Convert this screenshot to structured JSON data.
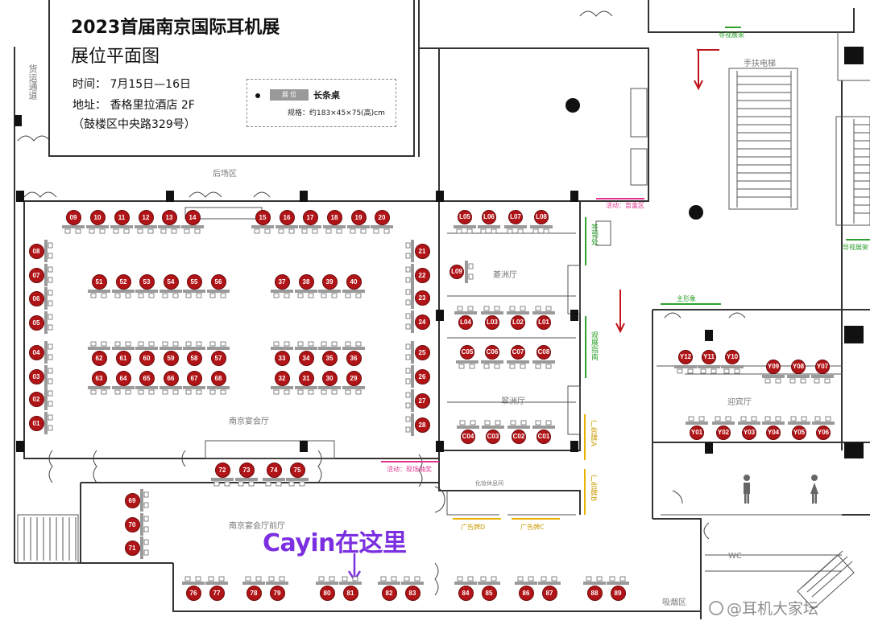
{
  "title": "2023首届南京国际耳机展",
  "subtitle": "展位平面图",
  "time": "时间：  7月15日—16日",
  "address": "地址：  香格里拉酒店 2F",
  "address_detail": "（鼓楼区中央路329号）",
  "legend": {
    "tag": "展 位",
    "label": "长条桌",
    "spec": "规格：约183×45×75(高)cm"
  },
  "areas": {
    "freight": "货运通道",
    "backstage": "后场区",
    "hall_nanjing": "南京宴会厅",
    "hall_ling": "菱洲厅",
    "hall_cui": "翠洲厅",
    "hall_yingbin": "迎宾厅",
    "foyer": "南京宴会厅前厅",
    "escalator": "手扶电梯",
    "makeup": "化妆休息间",
    "wc": "WC",
    "smoking": "吸烟区"
  },
  "annotations": {
    "guide_a": "导视展架",
    "guide_b": "导视展架",
    "main_image": "主形象",
    "signin": "签到处",
    "guide_sign": "观展指南",
    "activity_box": "活动：盲盒区",
    "activity_lottery": "活动：现场抽奖",
    "ad_a": "广告牌A",
    "ad_b": "广告牌B",
    "ad_c": "广告牌C",
    "ad_d": "广告牌D"
  },
  "booths_top": [
    "09",
    "10",
    "11",
    "12",
    "13",
    "14",
    "15",
    "16",
    "17",
    "18",
    "19",
    "20"
  ],
  "booths_left": [
    "08",
    "07",
    "06",
    "05",
    "04",
    "03",
    "02",
    "01"
  ],
  "booths_right": [
    "21",
    "22",
    "23",
    "24",
    "25",
    "26",
    "27",
    "28"
  ],
  "booths_center_left": [
    "51",
    "52",
    "53",
    "54",
    "55",
    "56",
    "62",
    "61",
    "60",
    "59",
    "58",
    "57",
    "63",
    "64",
    "65",
    "66",
    "67",
    "68"
  ],
  "booths_center_right": [
    "37",
    "38",
    "39",
    "40",
    "33",
    "34",
    "35",
    "36",
    "32",
    "31",
    "30",
    "29"
  ],
  "booths_foyer": [
    "72",
    "73",
    "74",
    "75",
    "69",
    "70",
    "71"
  ],
  "booths_bottom": [
    "76",
    "77",
    "78",
    "79",
    "80",
    "81",
    "82",
    "83",
    "84",
    "85",
    "86",
    "87",
    "88",
    "89"
  ],
  "booths_ling": [
    "L05",
    "L06",
    "L07",
    "L08",
    "L09",
    "L04",
    "L03",
    "L02",
    "L01"
  ],
  "booths_cui": [
    "C05",
    "C06",
    "C07",
    "C08",
    "C04",
    "C03",
    "C02",
    "C01"
  ],
  "booths_yingbin": [
    "Y12",
    "Y11",
    "Y10",
    "Y09",
    "Y08",
    "Y07",
    "Y01",
    "Y02",
    "Y03",
    "Y04",
    "Y05",
    "Y06"
  ],
  "highlight": "Cayin在这里",
  "watermark": "@耳机大家坛",
  "colors": {
    "booth": "#b01417",
    "highlight": "#7b2fe0",
    "activity": "#e0338f",
    "guide": "#2fa12f",
    "ad": "#e8b400",
    "arrow": "#c0141a"
  }
}
